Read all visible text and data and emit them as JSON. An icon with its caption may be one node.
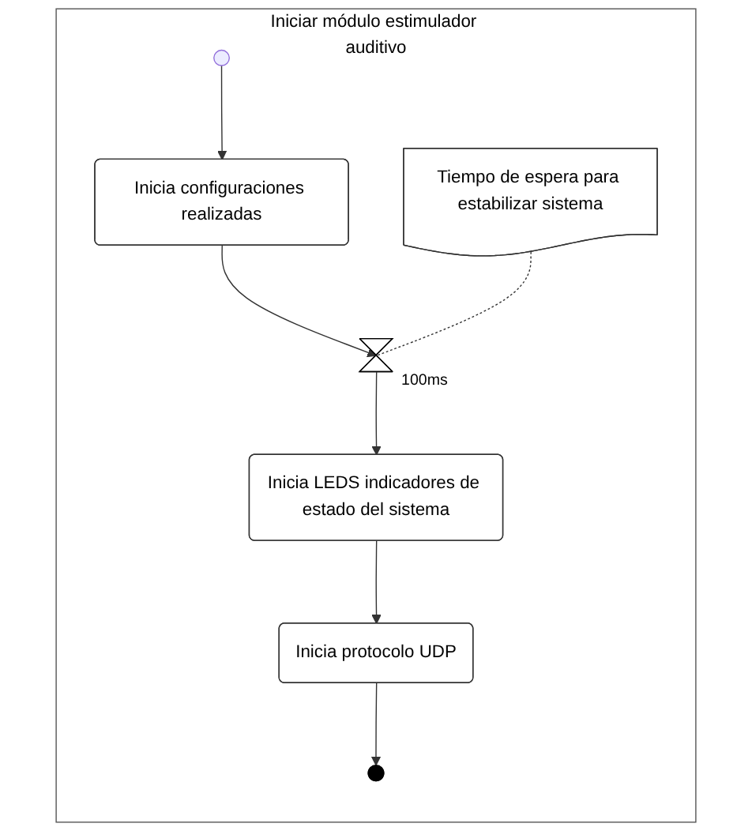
{
  "diagram": {
    "nodes": [
      {
        "text": [
          "Iniciar módulo estimulador auditivo"
        ]
      },
      {
        "text": [],
        "shape": "circle",
        "in": 0
      },
      {
        "text": [
          "Inicia configuraciones realizadas"
        ],
        "in": 0
      },
      {
        "text": [],
        "shape": "hourglass",
        "in": 0,
        "beside": [
          "100ms"
        ]
      },
      {
        "text": [
          "Tiempo de espera para estabilizar sistema"
        ],
        "in": 0
      },
      {
        "text": [
          "Inicia LEDS indicadores de estado del sistema"
        ],
        "in": 0
      },
      {
        "text": [
          "Inicia protocolo UDP"
        ],
        "in": 0
      },
      {
        "text": [],
        "shape": "bullseye",
        "in": 0
      }
    ],
    "edges": [
      {
        "from": 1,
        "to": 2,
        "arrow": "to"
      },
      {
        "from": 2,
        "to": 3,
        "arrow": "to"
      },
      {
        "from": 4,
        "to": 3,
        "arrow": "none",
        "style": "dashed"
      },
      {
        "from": 3,
        "to": 5,
        "arrow": "to"
      },
      {
        "from": 5,
        "to": 6,
        "arrow": "to"
      },
      {
        "from": 6,
        "to": 7,
        "arrow": "to"
      }
    ]
  }
}
